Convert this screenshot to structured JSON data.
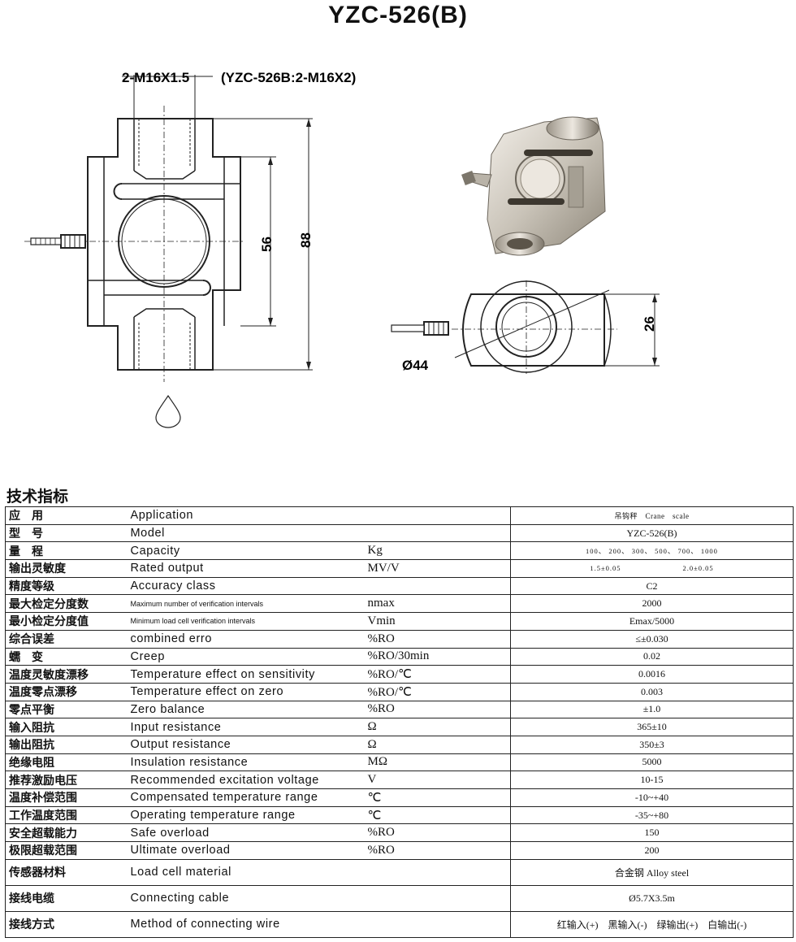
{
  "title": "YZC-526(B)",
  "drawing": {
    "thread_label": "2-M16X1.5",
    "thread_label_b": "(YZC-526B:2-M16X2)",
    "dim_56": "56",
    "dim_88": "88",
    "dim_26": "26",
    "dim_44": "Ø44"
  },
  "section_title": "技术指标",
  "specs": [
    {
      "zh": "应　用",
      "en": "Application",
      "unit": "",
      "value": "吊钩秤　Crane　scale"
    },
    {
      "zh": "型　号",
      "en": "Model",
      "unit": "",
      "value": "YZC-526(B)"
    },
    {
      "zh": "量　程",
      "en": "Capacity",
      "unit": "Kg",
      "value": "100、 200、 300、 500、 700、 1000"
    },
    {
      "zh": "输出灵敏度",
      "en": "Rated output",
      "unit": "MV/V",
      "value": "1.5±0.05　　　　　　　　2.0±0.05"
    },
    {
      "zh": "精度等级",
      "en": "Accuracy class",
      "unit": "",
      "value": "C2"
    },
    {
      "zh": "最大检定分度数",
      "en": "Maximum number of verification intervals",
      "unit": "nmax",
      "value": "2000"
    },
    {
      "zh": "最小检定分度值",
      "en": "Minimum load cell verification intervals",
      "unit": "Vmin",
      "value": "Emax/5000"
    },
    {
      "zh": "综合误差",
      "en": "combined erro",
      "unit": "%RO",
      "value": "≤±0.030"
    },
    {
      "zh": "蠕　变",
      "en": "Creep",
      "unit": "%RO/30min",
      "value": "0.02"
    },
    {
      "zh": "温度灵敏度漂移",
      "en": "Temperature effect on sensitivity",
      "unit": "%RO/℃",
      "value": "0.0016"
    },
    {
      "zh": "温度零点漂移",
      "en": "Temperature effect on zero",
      "unit": "%RO/℃",
      "value": "0.003"
    },
    {
      "zh": "零点平衡",
      "en": "Zero balance",
      "unit": "%RO",
      "value": "±1.0"
    },
    {
      "zh": "输入阻抗",
      "en": "Input resistance",
      "unit": "Ω",
      "value": "365±10"
    },
    {
      "zh": "输出阻抗",
      "en": "Output resistance",
      "unit": "Ω",
      "value": "350±3"
    },
    {
      "zh": "绝缘电阻",
      "en": "Insulation resistance",
      "unit": "MΩ",
      "value": "5000"
    },
    {
      "zh": "推荐激励电压",
      "en": "Recommended excitation voltage",
      "unit": "V",
      "value": "10-15"
    },
    {
      "zh": "温度补偿范围",
      "en": "Compensated temperature range",
      "unit": "℃",
      "value": "-10~+40"
    },
    {
      "zh": "工作温度范围",
      "en": "Operating temperature range",
      "unit": "℃",
      "value": "-35~+80"
    },
    {
      "zh": "安全超载能力",
      "en": "Safe overload",
      "unit": "%RO",
      "value": "150"
    },
    {
      "zh": "极限超载范围",
      "en": "Ultimate overload",
      "unit": "%RO",
      "value": "200"
    },
    {
      "zh": "传感器材料",
      "en": "Load cell material",
      "unit": "",
      "value": "合金钢 Alloy steel"
    },
    {
      "zh": "接线电缆",
      "en": "Connecting cable",
      "unit": "",
      "value": "Ø5.7X3.5m"
    },
    {
      "zh": "接线方式",
      "en": "Method of connecting wire",
      "unit": "",
      "value": "红输入(+)　黑输入(-)　绿输出(+)　白输出(-)"
    }
  ]
}
